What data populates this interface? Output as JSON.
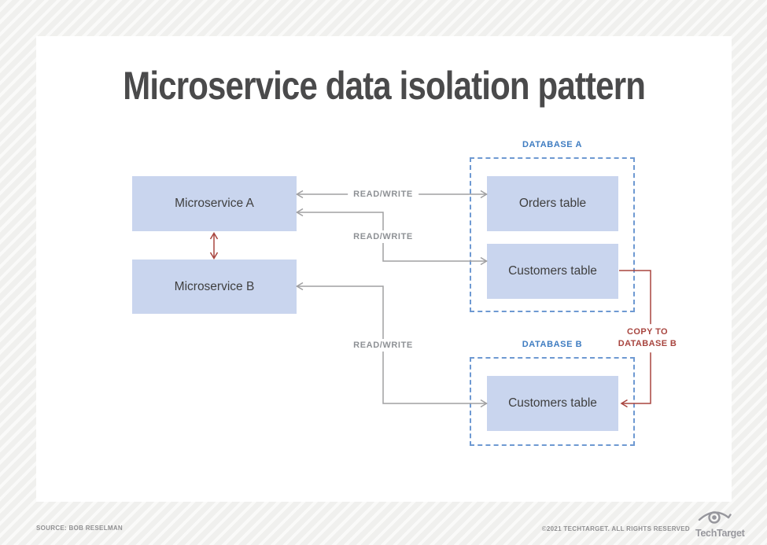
{
  "page": {
    "title": "Microservice data isolation pattern"
  },
  "diagram": {
    "microservice_a": "Microservice A",
    "microservice_b": "Microservice B",
    "database_a_label": "DATABASE A",
    "database_b_label": "DATABASE B",
    "orders_table": "Orders table",
    "customers_table_a": "Customers table",
    "customers_table_b": "Customers table",
    "read_write_top": "READ/WRITE",
    "read_write_mid": "READ/WRITE",
    "read_write_bottom": "READ/WRITE",
    "copy_to_line1": "COPY TO",
    "copy_to_line2": "DATABASE B"
  },
  "footer": {
    "source": "SOURCE: BOB RESELMAN",
    "copyright": "©2021 TECHTARGET. ALL RIGHTS RESERVED",
    "logo_text": "TechTarget"
  },
  "colors": {
    "box_fill": "#c9d5ee",
    "line_gray": "#a0a0a2",
    "dashed_blue": "#6e99d2",
    "label_blue": "#3e7cc1",
    "accent_red": "#a8453f",
    "title_gray": "#4a4a4b",
    "card_bg": "#ffffff",
    "page_bg": "#f0f0ee"
  }
}
